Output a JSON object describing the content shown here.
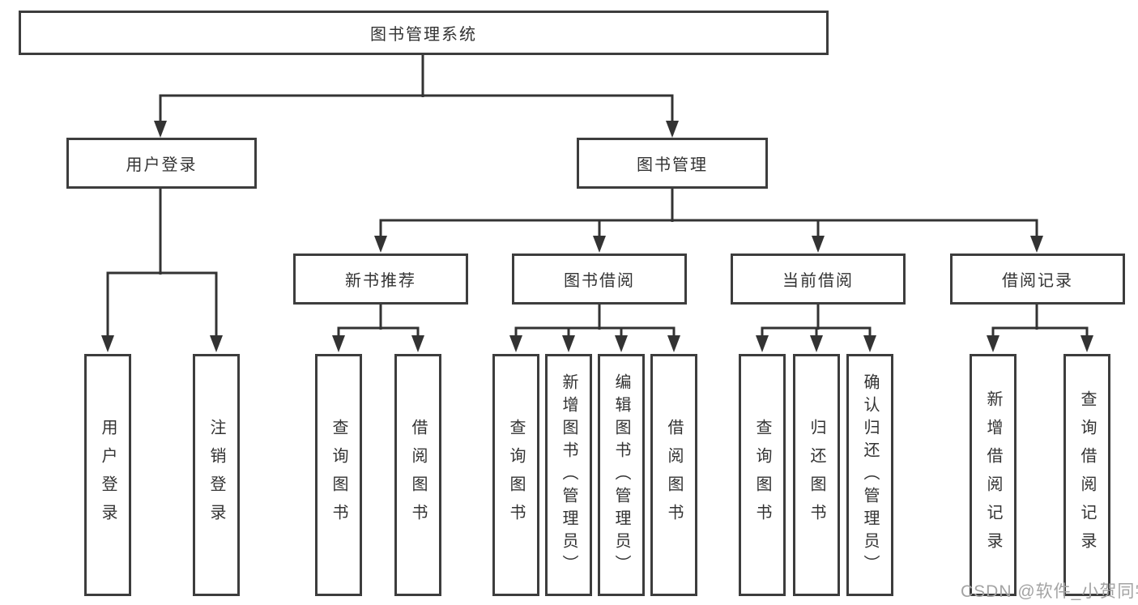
{
  "tree": {
    "label": "图书管理系统",
    "children": [
      {
        "label": "用户登录",
        "children": [
          {
            "label": "用户登录"
          },
          {
            "label": "注销登录"
          }
        ]
      },
      {
        "label": "图书管理",
        "children": [
          {
            "label": "新书推荐",
            "children": [
              {
                "label": "查询图书"
              },
              {
                "label": "借阅图书"
              }
            ]
          },
          {
            "label": "图书借阅",
            "children": [
              {
                "label": "查询图书"
              },
              {
                "label": "新增图书（管理员）"
              },
              {
                "label": "编辑图书（管理员）"
              },
              {
                "label": "借阅图书"
              }
            ]
          },
          {
            "label": "当前借阅",
            "children": [
              {
                "label": "查询图书"
              },
              {
                "label": "归还图书"
              },
              {
                "label": "确认归还（管理员）"
              }
            ]
          },
          {
            "label": "借阅记录",
            "children": [
              {
                "label": "新增借阅记录"
              },
              {
                "label": "查询借阅记录"
              }
            ]
          }
        ]
      }
    ]
  },
  "watermark": {
    "text": "CSDN @软件_小贺同学"
  },
  "colors": {
    "background": "#ffffff",
    "line": "#333333",
    "box_border": "#3d3d3d",
    "text": "#333333",
    "watermark": "#a3a3a3"
  }
}
